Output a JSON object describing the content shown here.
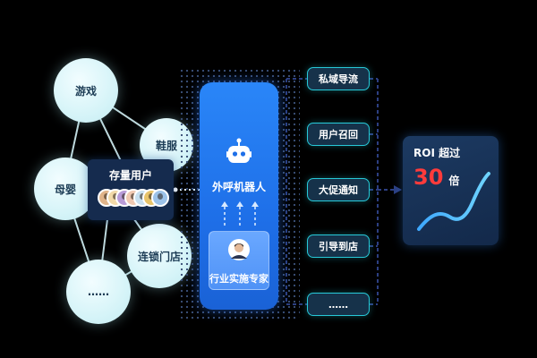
{
  "network": {
    "nodes": [
      {
        "label": "游戏"
      },
      {
        "label": "鞋服"
      },
      {
        "label": "母婴"
      },
      {
        "label": "连锁门店"
      },
      {
        "label": "……"
      }
    ],
    "store_card": {
      "title": "存量用户",
      "avatar_colors": [
        "#e0b48a",
        "#f1d9a8",
        "#b89cd8",
        "#f0c9b2",
        "#c8e0f0",
        "#e7c36a",
        "#9cc2e8"
      ]
    }
  },
  "robot": {
    "title": "外呼机器人",
    "expert_label": "行业实施专家",
    "icons": [
      "robot-icon",
      "expert-avatar-icon",
      "upload-arrow-icon"
    ]
  },
  "outcomes": [
    {
      "label": "私域导流"
    },
    {
      "label": "用户召回"
    },
    {
      "label": "大促通知"
    },
    {
      "label": "引导到店"
    },
    {
      "label": "……"
    }
  ],
  "roi": {
    "label": "ROI 超过",
    "value": "30",
    "unit": "倍",
    "icon": "growth-curve-icon"
  },
  "colors": {
    "accent_blue": "#1e6fe8",
    "pill_border": "#27c9d8",
    "roi_red": "#ff3b3b",
    "bubble": "#d6f4f8"
  }
}
